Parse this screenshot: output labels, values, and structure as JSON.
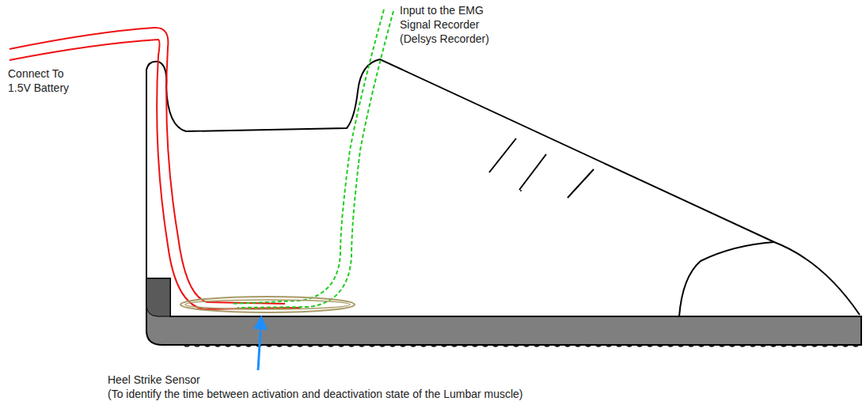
{
  "diagram": {
    "labels": [
      "Connect To 1.5V Battery",
      "Input to the EMG Signal Recorder (Delsys Recorder)",
      "Heel Strike Sensor",
      "(To identify the time between activation and deactivation state of the Lumbar muscle)"
    ]
  }
}
